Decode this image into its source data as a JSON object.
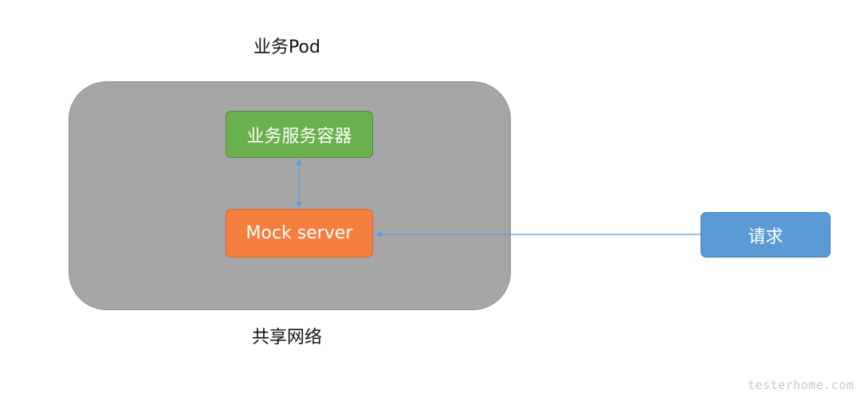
{
  "diagram": {
    "pod_title": "业务Pod",
    "network_label": "共享网络",
    "nodes": {
      "biz_container": "业务服务容器",
      "mock_server": "Mock server",
      "request": "请求"
    },
    "watermark": "testerhome.com"
  },
  "colors": {
    "pod_fill": "#a6a6a6",
    "biz_container_fill": "#6ab04c",
    "mock_server_fill": "#f47f3f",
    "request_fill": "#5b9bd5",
    "connector": "#5b9bd5"
  }
}
